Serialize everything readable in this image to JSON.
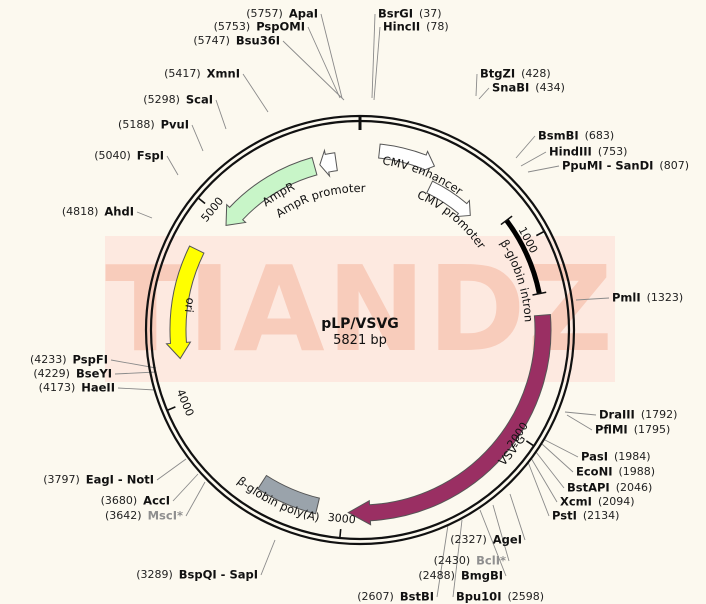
{
  "plasmid": {
    "name": "pLP/VSVG",
    "size": "5821 bp",
    "total_bp": 5821
  },
  "watermark": "TIANDZ",
  "ticks": [
    {
      "label": "1000",
      "bp": 1000
    },
    {
      "label": "2000",
      "bp": 2000
    },
    {
      "label": "3000",
      "bp": 3000
    },
    {
      "label": "4000",
      "bp": 4000
    },
    {
      "label": "5000",
      "bp": 5000
    }
  ],
  "features": [
    {
      "name": "CMV enhancer",
      "color": "#ffffff"
    },
    {
      "name": "CMV promoter",
      "color": "#ffffff"
    },
    {
      "name": "β-globin intron",
      "color": "#000000"
    },
    {
      "name": "VSV-G",
      "color": "#9a2f63"
    },
    {
      "name": "β-globin poly(A)",
      "color": "#9aa3ab"
    },
    {
      "name": "ori",
      "color": "#ffff00"
    },
    {
      "name": "AmpR",
      "color": "#c8f5c8"
    },
    {
      "name": "AmpR promoter",
      "color": "#ffffff"
    }
  ],
  "sites": [
    {
      "name": "ApaI",
      "pos": "(5757)",
      "faded": false
    },
    {
      "name": "PspOMI",
      "pos": "(5753)",
      "faded": false
    },
    {
      "name": "Bsu36I",
      "pos": "(5747)",
      "faded": false
    },
    {
      "name": "BsrGI",
      "pos": "(37)",
      "faded": false
    },
    {
      "name": "HincII",
      "pos": "(78)",
      "faded": false
    },
    {
      "name": "BtgZI",
      "pos": "(428)",
      "faded": false
    },
    {
      "name": "SnaBI",
      "pos": "(434)",
      "faded": false
    },
    {
      "name": "BsmBI",
      "pos": "(683)",
      "faded": false
    },
    {
      "name": "HindIII",
      "pos": "(753)",
      "faded": false
    },
    {
      "name": "PpuMI - SanDI",
      "pos": "(807)",
      "faded": false
    },
    {
      "name": "PmlI",
      "pos": "(1323)",
      "faded": false
    },
    {
      "name": "DraIII",
      "pos": "(1792)",
      "faded": false
    },
    {
      "name": "PflMI",
      "pos": "(1795)",
      "faded": false
    },
    {
      "name": "PasI",
      "pos": "(1984)",
      "faded": false
    },
    {
      "name": "EcoNI",
      "pos": "(1988)",
      "faded": false
    },
    {
      "name": "BstAPI",
      "pos": "(2046)",
      "faded": false
    },
    {
      "name": "XcmI",
      "pos": "(2094)",
      "faded": false
    },
    {
      "name": "PstI",
      "pos": "(2134)",
      "faded": false
    },
    {
      "name": "AgeI",
      "pos": "(2327)",
      "faded": false
    },
    {
      "name": "BclI*",
      "pos": "(2430)",
      "faded": true
    },
    {
      "name": "BmgBI",
      "pos": "(2488)",
      "faded": false
    },
    {
      "name": "Bpu10I",
      "pos": "(2598)",
      "faded": false
    },
    {
      "name": "BstBI",
      "pos": "(2607)",
      "faded": false
    },
    {
      "name": "BspQI - SapI",
      "pos": "(3289)",
      "faded": false
    },
    {
      "name": "MscI*",
      "pos": "(3642)",
      "faded": true
    },
    {
      "name": "AccI",
      "pos": "(3680)",
      "faded": false
    },
    {
      "name": "EagI - NotI",
      "pos": "(3797)",
      "faded": false
    },
    {
      "name": "HaeII",
      "pos": "(4173)",
      "faded": false
    },
    {
      "name": "BseYI",
      "pos": "(4229)",
      "faded": false
    },
    {
      "name": "PspFI",
      "pos": "(4233)",
      "faded": false
    },
    {
      "name": "AhdI",
      "pos": "(4818)",
      "faded": false
    },
    {
      "name": "FspI",
      "pos": "(5040)",
      "faded": false
    },
    {
      "name": "PvuI",
      "pos": "(5188)",
      "faded": false
    },
    {
      "name": "ScaI",
      "pos": "(5298)",
      "faded": false
    },
    {
      "name": "XmnI",
      "pos": "(5417)",
      "faded": false
    }
  ]
}
